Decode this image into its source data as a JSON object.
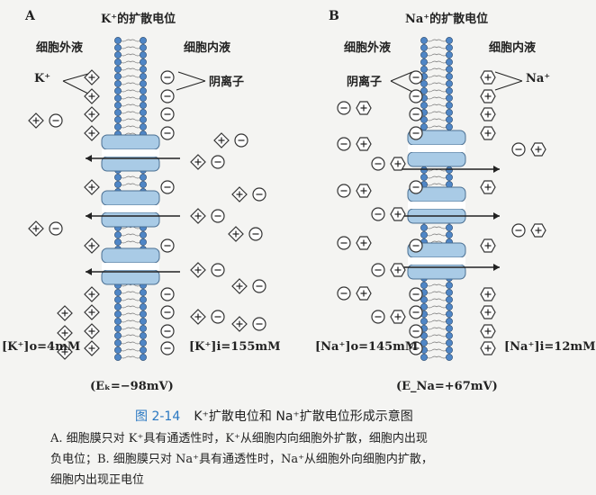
{
  "panel_a": {
    "letter": "A",
    "title": "K⁺的扩散电位",
    "outside": "细胞外液",
    "inside": "细胞内液",
    "cation": "K⁺",
    "anion": "阴离子",
    "conc_out": "[K⁺]o=4mM",
    "conc_in": "[K⁺]i=155mM",
    "potential": "(Eₖ=−98mV)"
  },
  "panel_b": {
    "letter": "B",
    "title": "Na⁺的扩散电位",
    "outside": "细胞外液",
    "inside": "细胞内液",
    "cation": "Na⁺",
    "anion": "阴离子",
    "conc_out": "[Na⁺]o=145mM",
    "conc_in": "[Na⁺]i=12mM",
    "potential": "(E_Na=+67mV)"
  },
  "caption": {
    "number": "图 2-14",
    "title": "K⁺扩散电位和 Na⁺扩散电位形成示意图"
  },
  "description": {
    "line1": "A. 细胞膜只对 K⁺具有通透性时，K⁺从细胞内向细胞外扩散，细胞内出现",
    "line2": "负电位；B. 细胞膜只对 Na⁺具有通透性时，Na⁺从细胞外向细胞内扩散，",
    "line3": "细胞内出现正电位"
  },
  "colors": {
    "lipid_head": "#4f86c6",
    "channel": "#a9cbe6",
    "ion_stroke": "#333333"
  }
}
